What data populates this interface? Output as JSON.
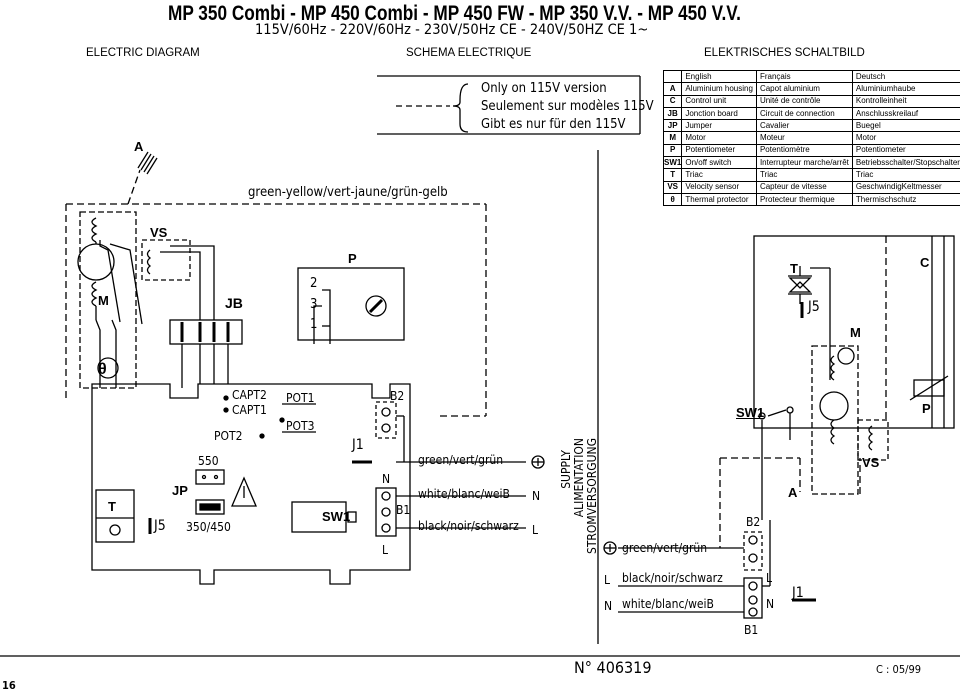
{
  "title": "MP 350 Combi - MP 450 Combi - MP 450 FW - MP 350 V.V. - MP 450 V.V.",
  "subtitle": "115V/60Hz - 220V/60Hz - 230V/50Hz CE - 240V/50HZ CE 1~",
  "headers": {
    "en": "ELECTRIC DIAGRAM",
    "fr": "SCHEMA ELECTRIQUE",
    "de": "ELEKTRISCHES SCHALTBILD"
  },
  "note": {
    "line1": "Only on 115V version",
    "line2": "Seulement sur modèles 115V",
    "line3": "Gibt es nur für den 115V"
  },
  "legend": {
    "columns": [
      "English",
      "Français",
      "Deutsch"
    ],
    "rows": [
      {
        "key": "A",
        "en": "Aluminium housing",
        "fr": "Capot aluminium",
        "de": "Aluminiumhaube"
      },
      {
        "key": "C",
        "en": "Control unit",
        "fr": "Unité de contrôle",
        "de": "Kontrolleinheit"
      },
      {
        "key": "JB",
        "en": "Jonction board",
        "fr": "Circuit de connection",
        "de": "Anschlusskreilauf"
      },
      {
        "key": "JP",
        "en": "Jumper",
        "fr": "Cavalier",
        "de": "Buegel"
      },
      {
        "key": "M",
        "en": "Motor",
        "fr": "Moteur",
        "de": "Motor"
      },
      {
        "key": "P",
        "en": "Potentiometer",
        "fr": "Potentiomètre",
        "de": "Potentiometer"
      },
      {
        "key": "SW1",
        "en": "On/off switch",
        "fr": "Interrupteur marche/arrêt",
        "de": "Betriebsschalter/Stopschalter"
      },
      {
        "key": "T",
        "en": "Triac",
        "fr": "Triac",
        "de": "Triac"
      },
      {
        "key": "VS",
        "en": "Velocity sensor",
        "fr": "Capteur de vitesse",
        "de": "GeschwindigKeltmesser"
      },
      {
        "key": "θ",
        "en": "Thermal protector",
        "fr": "Protecteur thermique",
        "de": "Thermischschutz"
      }
    ]
  },
  "labels": {
    "A": "A",
    "VS": "VS",
    "M": "M",
    "JB": "JB",
    "P": "P",
    "T": "T",
    "JP": "JP",
    "J5": "J5",
    "capt2": "CAPT2",
    "capt1": "CAPT1",
    "pot1": "POT1",
    "pot2": "POT2",
    "pot3": "POT3",
    "b2": "B2",
    "j1": "J1",
    "n": "N",
    "b1": "B1",
    "l": "L",
    "sw1": "SW1",
    "s550": "550",
    "s350": "350/450",
    "pin2": "2",
    "pin3": "3",
    "pin1": "1",
    "theta": "θ"
  },
  "wires": {
    "gyg": "green-yellow/vert-jaune/grün-gelb",
    "green": "green/vert/grün",
    "white": "white/blanc/weiB",
    "black": "black/noir/schwarz",
    "supply1": "SUPPLY",
    "supply2": "ALIMENTATION",
    "supply3": "STROMVERSORGUNG"
  },
  "right": {
    "C": "C",
    "T": "T",
    "J5": "J5",
    "M": "M",
    "P": "P",
    "VS": "VS",
    "A": "A",
    "sw1": "SW1",
    "b2": "B2",
    "l": "L",
    "n": "N",
    "j1": "J1",
    "b1": "B1",
    "green": "green/vert/grün",
    "black": "black/noir/schwarz",
    "white": "white/blanc/weiB"
  },
  "footer": {
    "doc": "N° 406319",
    "date": "C : 05/99",
    "page": "16"
  }
}
